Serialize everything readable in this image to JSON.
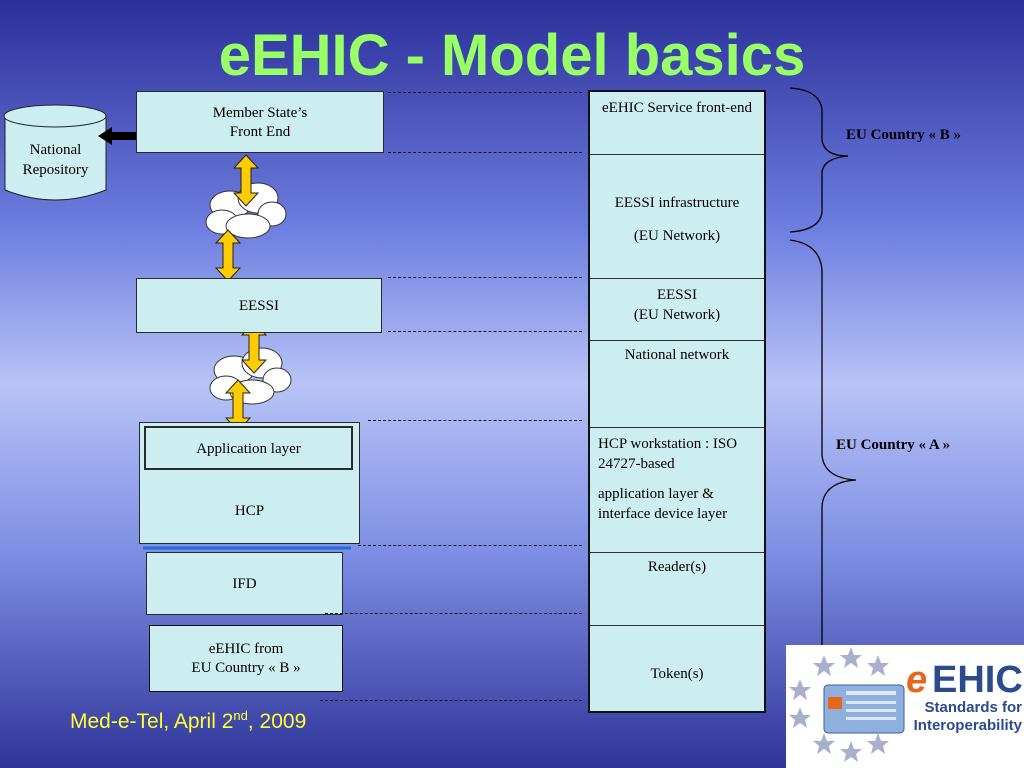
{
  "title": "eEHIC - Model basics",
  "left": {
    "repository": [
      "National",
      "Repository"
    ],
    "front_end": [
      "Member State’s",
      "Front End"
    ],
    "eessi": "EESSI",
    "app_layer": "Application layer",
    "hcp": "HCP",
    "ifd": "IFD",
    "card": [
      "eEHIC from",
      "EU Country « B »"
    ]
  },
  "table": {
    "service": "eEHIC Service front-end",
    "infra_1": "EESSI infrastructure",
    "infra_2": "(EU Network)",
    "eessi_1": "EESSI",
    "eessi_2": "(EU Network)",
    "national": "National network",
    "hcp_1": "HCP workstation : ISO 24727-based",
    "hcp_2": "application layer & interface device layer",
    "readers": "Reader(s)",
    "tokens": "Token(s)"
  },
  "braces": {
    "country_b": "EU Country « B »",
    "country_a": "EU Country « A »"
  },
  "footer": {
    "text_before": "Med-e-Tel, April 2",
    "sup": "nd",
    "text_after": ", 2009"
  },
  "logo": {
    "e": "e",
    "ehic": "EHIC",
    "line1": "Standards for",
    "line2": "Interoperability"
  },
  "colors": {
    "title": "#99ff66",
    "footer": "#ffff33",
    "arrow": "#ffcc00",
    "box_fill": "#cdeef0",
    "layer_line": "#1e6fd9"
  }
}
